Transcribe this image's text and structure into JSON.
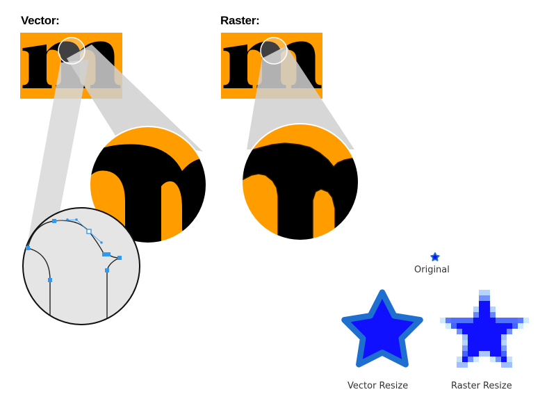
{
  "labels": {
    "vector_heading": "Vector:",
    "raster_heading": "Raster:",
    "original_caption": "Original",
    "vector_resize_caption": "Vector Resize",
    "raster_resize_caption": "Raster Resize"
  },
  "sample_letter": "m",
  "colors": {
    "orange": "#FF9C00",
    "glyph": "#000000",
    "star_fill": "#1010FF",
    "star_outline": "#1E6FD0",
    "control_point": "#3399EE",
    "zoom_cone": "#D8D8D8"
  }
}
